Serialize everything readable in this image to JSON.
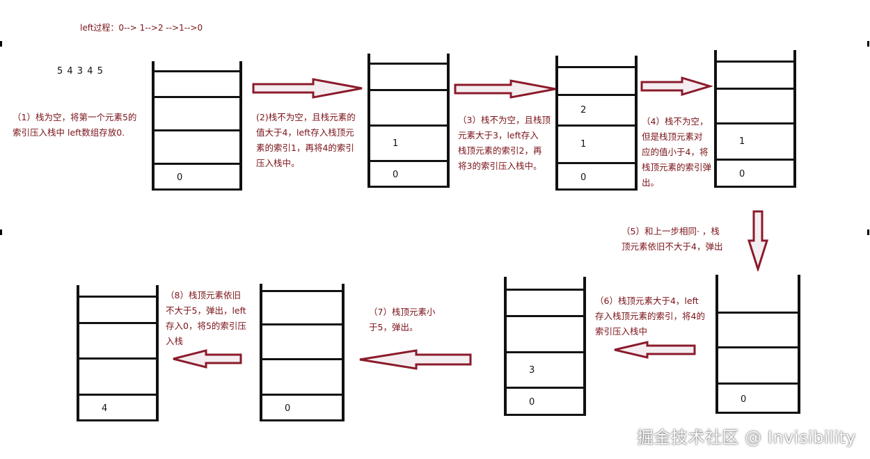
{
  "header": {
    "process": "left过程：0--> 1-->2 -->1-->0",
    "sequence": "5 4 3 4 5"
  },
  "steps": [
    {
      "id": "1",
      "note": "（1）栈为空，将第一个元素5的\n索引压入栈中     left数组存放0.",
      "cells": [
        "0",
        "",
        "",
        ""
      ]
    },
    {
      "id": "2",
      "note": "(2)栈不为空，且栈元素的\n值大于4，left存入栈顶元\n素的索引1，再将4的索引\n压入栈中。",
      "cells": [
        "0",
        "1",
        "",
        ""
      ]
    },
    {
      "id": "3",
      "note": "（3）栈不为空，且栈顶\n元素大于3，left存入\n栈顶元素的索引2，再\n将3的索引压入栈中。",
      "cells": [
        "0",
        "1",
        "2",
        ""
      ]
    },
    {
      "id": "4",
      "note": "（4）栈不为空，\n但是栈顶元素对\n应的值小于4，将\n栈顶元素的索引弹\n出。",
      "cells": [
        "0",
        "1",
        "",
        ""
      ]
    },
    {
      "id": "5",
      "note": "（5）和上一步相同·  ，栈\n顶元素依旧不大于4，弹出",
      "cells": [
        "0",
        "",
        "",
        ""
      ]
    },
    {
      "id": "6",
      "note": "（6）栈顶元素大于4，left\n存入栈顶元素的索引，将4的\n索引压入栈中",
      "cells": [
        "0",
        "3",
        "",
        ""
      ]
    },
    {
      "id": "7",
      "note": "（7）栈顶元素小\n于5，弹出。",
      "cells": [
        "0",
        "",
        "",
        ""
      ]
    },
    {
      "id": "8",
      "note": "（8）栈顶元素依旧\n不大于5，弹出，left\n存入0，将5的索引压\n入栈",
      "cells": [
        "4",
        "",
        "",
        ""
      ]
    }
  ],
  "watermark": "掘金技术社区 @ Invisibility",
  "colors": {
    "note": "#7a1218",
    "arrow_fill": "#f4eef0",
    "arrow_stroke": "#8b1a2b",
    "ink": "#111111"
  }
}
